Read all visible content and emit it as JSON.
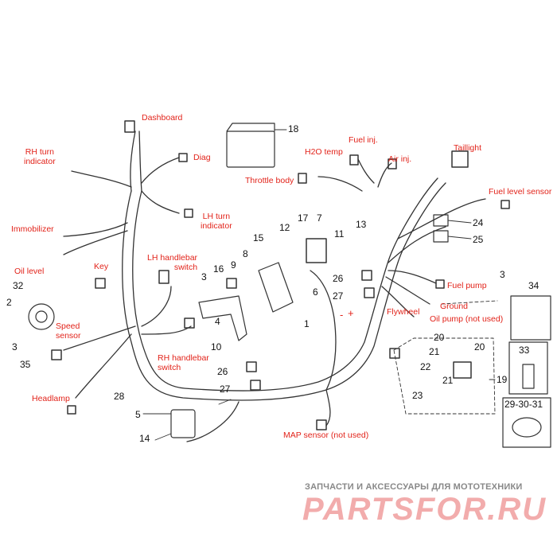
{
  "colors": {
    "label": "#e2231a",
    "number": "#111111",
    "line": "#333333",
    "watermark": "#e86a6a",
    "watermark_sub": "#888888"
  },
  "labels": {
    "dashboard": "Dashboard",
    "diag": "Diag",
    "rh_turn_indicator": "RH turn\nindicator",
    "lh_turn_indicator": "LH turn\nindicator",
    "immobilizer": "Immobilizer",
    "oil_level": "Oil level",
    "key": "Key",
    "lh_handlebar_switch": "LH handlebar\nswitch",
    "speed_sensor": "Speed\nsensor",
    "rh_handlebar_switch": "RH handlebar\nswitch",
    "headlamp": "Headlamp",
    "throttle_body": "Throttle body",
    "h2o_temp": "H2O temp",
    "fuel_inj": "Fuel inj.",
    "air_inj": "Air inj.",
    "taillight": "Taillight",
    "fuel_level_sensor": "Fuel level sensor",
    "fuel_pump": "Fuel pump",
    "ground": "Ground",
    "oil_pump": "Oil pump (not used)",
    "flywheel": "Flywheel",
    "map_sensor": "MAP sensor (not used)",
    "minus": "-",
    "plus": "+"
  },
  "numbers": [
    "1",
    "2",
    "3",
    "3",
    "3",
    "4",
    "5",
    "6",
    "7",
    "8",
    "9",
    "10",
    "11",
    "12",
    "13",
    "14",
    "15",
    "16",
    "17",
    "18",
    "19",
    "20",
    "20",
    "21",
    "21",
    "22",
    "23",
    "24",
    "25",
    "26",
    "26",
    "27",
    "27",
    "28",
    "29-30-31",
    "32",
    "33",
    "34",
    "35"
  ],
  "watermark": {
    "sub": "ЗАПЧАСТИ И АКСЕССУАРЫ ДЛЯ МОТОТЕХНИКИ",
    "main": "PARTSFOR.RU"
  }
}
